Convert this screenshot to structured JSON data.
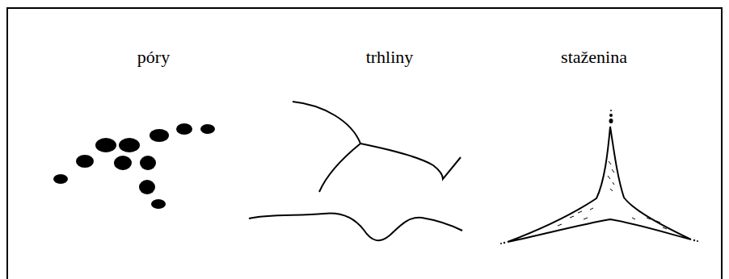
{
  "diagram": {
    "labels": [
      "póry",
      "trhliny",
      "staženina"
    ]
  }
}
